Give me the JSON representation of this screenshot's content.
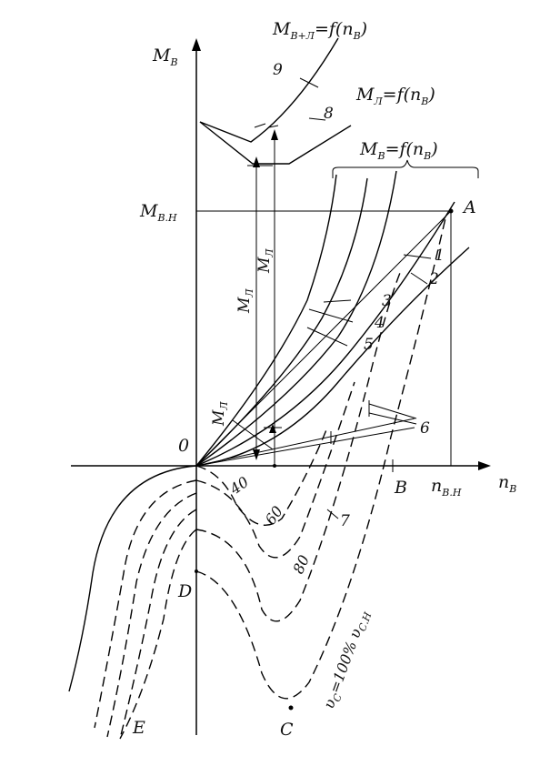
{
  "diagram": {
    "axes": {
      "y_axis_main": "M",
      "y_axis_sub": "В",
      "x_axis_main": "n",
      "x_axis_sub": "В",
      "origin": "0"
    },
    "formulas": {
      "sum_main": "M",
      "sum_sub": "В+Л",
      "sum_rest": "=f(n",
      "sum_sub2": "В",
      "sum_close": ")",
      "loss_main": "M",
      "loss_sub": "Л",
      "loss_rest": "=f(n",
      "loss_sub2": "В",
      "loss_close": ")",
      "fan_main": "M",
      "fan_sub": "В",
      "fan_rest": "=f(n",
      "fan_sub2": "В",
      "fan_close": ")"
    },
    "points": {
      "A": "A",
      "B": "B",
      "C": "C",
      "D": "D",
      "E": "E",
      "nominal_torque_main": "M",
      "nominal_torque_sub": "В.Н",
      "nominal_speed_main": "n",
      "nominal_speed_sub": "В.Н"
    },
    "dimension_labels": {
      "ml_main": "M",
      "ml_sub": "Л"
    },
    "curve_numbers": [
      "1",
      "2",
      "3",
      "4",
      "5",
      "6",
      "7",
      "8",
      "9"
    ],
    "percent_labels": {
      "p40": "40",
      "p60": "60",
      "p80": "80",
      "p100_v": "υ",
      "p100_vsub": "С",
      "p100_text": "=100% υ",
      "p100_sub": "С.Н"
    }
  }
}
